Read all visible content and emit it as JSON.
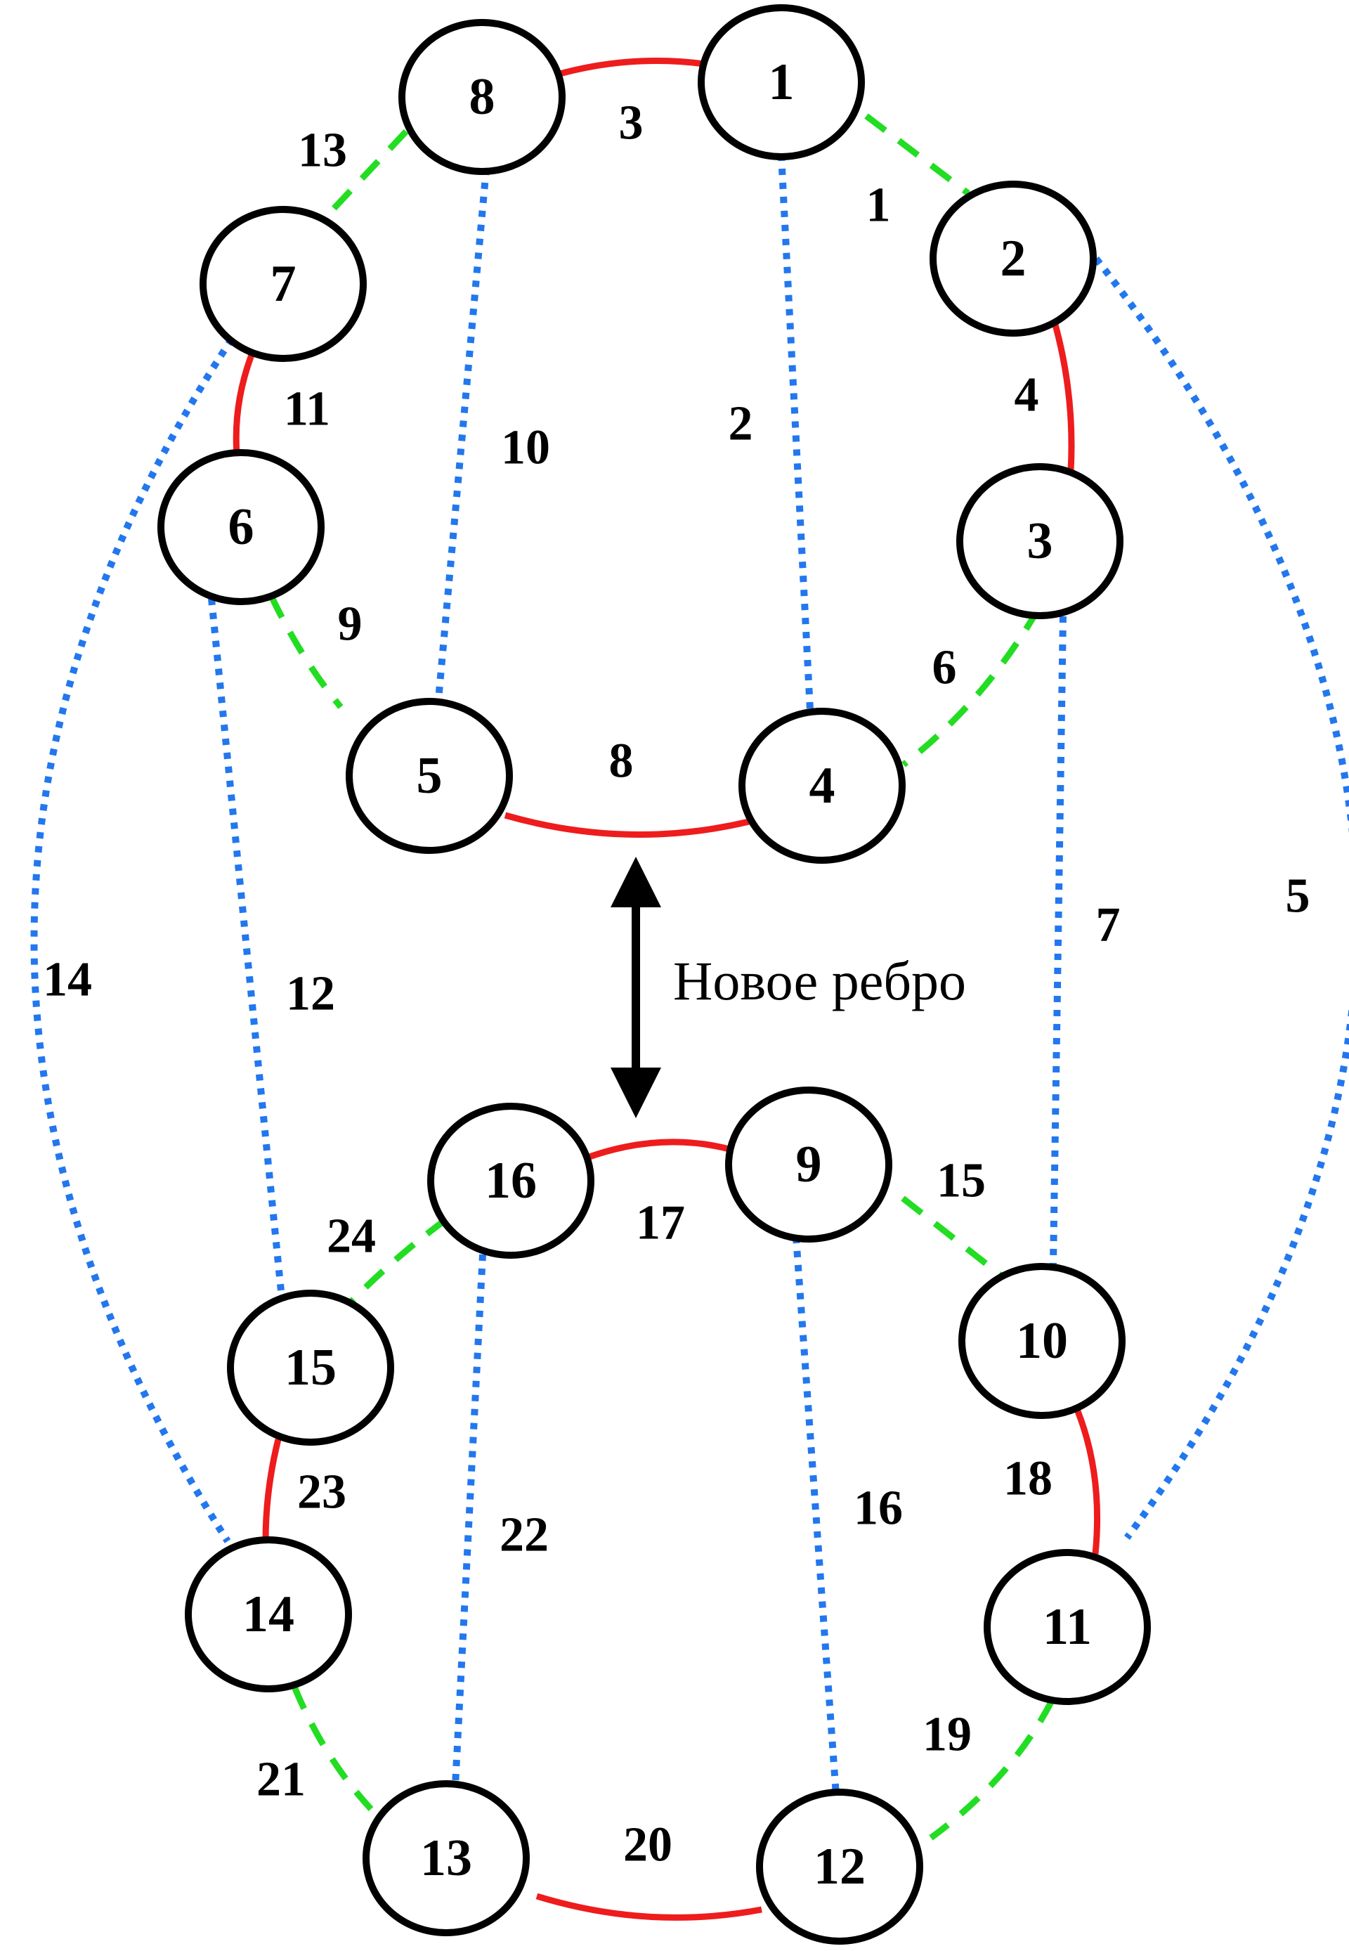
{
  "colors": {
    "solid": "#ee1c1c",
    "dashed": "#22dd22",
    "dotted": "#2277ee",
    "node_stroke": "#000000",
    "arrow": "#000000"
  },
  "caption": "Новое ребро",
  "nodes": [
    {
      "id": "n1",
      "label": "1"
    },
    {
      "id": "n2",
      "label": "2"
    },
    {
      "id": "n3",
      "label": "3"
    },
    {
      "id": "n4",
      "label": "4"
    },
    {
      "id": "n5",
      "label": "5"
    },
    {
      "id": "n6",
      "label": "6"
    },
    {
      "id": "n7",
      "label": "7"
    },
    {
      "id": "n8",
      "label": "8"
    },
    {
      "id": "n9",
      "label": "9"
    },
    {
      "id": "n10",
      "label": "10"
    },
    {
      "id": "n11",
      "label": "11"
    },
    {
      "id": "n12",
      "label": "12"
    },
    {
      "id": "n13",
      "label": "13"
    },
    {
      "id": "n14",
      "label": "14"
    },
    {
      "id": "n15",
      "label": "15"
    },
    {
      "id": "n16",
      "label": "16"
    }
  ],
  "edges": [
    {
      "label": "1",
      "from": "n1",
      "to": "n2",
      "style": "dashed"
    },
    {
      "label": "2",
      "from": "n1",
      "to": "n4",
      "style": "dotted"
    },
    {
      "label": "3",
      "from": "n8",
      "to": "n1",
      "style": "solid"
    },
    {
      "label": "4",
      "from": "n2",
      "to": "n3",
      "style": "solid"
    },
    {
      "label": "5",
      "from": "n2",
      "to": "n11",
      "style": "dotted"
    },
    {
      "label": "6",
      "from": "n3",
      "to": "n4",
      "style": "dashed"
    },
    {
      "label": "7",
      "from": "n3",
      "to": "n10",
      "style": "dotted"
    },
    {
      "label": "8",
      "from": "n5",
      "to": "n4",
      "style": "solid"
    },
    {
      "label": "9",
      "from": "n6",
      "to": "n5",
      "style": "dashed"
    },
    {
      "label": "10",
      "from": "n8",
      "to": "n5",
      "style": "dotted"
    },
    {
      "label": "11",
      "from": "n7",
      "to": "n6",
      "style": "solid"
    },
    {
      "label": "12",
      "from": "n6",
      "to": "n15",
      "style": "dotted"
    },
    {
      "label": "13",
      "from": "n8",
      "to": "n7",
      "style": "dashed"
    },
    {
      "label": "14",
      "from": "n7",
      "to": "n14",
      "style": "dotted"
    },
    {
      "label": "15",
      "from": "n9",
      "to": "n10",
      "style": "dashed"
    },
    {
      "label": "16",
      "from": "n9",
      "to": "n12",
      "style": "dotted"
    },
    {
      "label": "17",
      "from": "n16",
      "to": "n9",
      "style": "solid"
    },
    {
      "label": "18",
      "from": "n10",
      "to": "n11",
      "style": "solid"
    },
    {
      "label": "19",
      "from": "n11",
      "to": "n12",
      "style": "dashed"
    },
    {
      "label": "20",
      "from": "n13",
      "to": "n12",
      "style": "solid"
    },
    {
      "label": "21",
      "from": "n14",
      "to": "n13",
      "style": "dashed"
    },
    {
      "label": "22",
      "from": "n16",
      "to": "n13",
      "style": "dotted"
    },
    {
      "label": "23",
      "from": "n15",
      "to": "n14",
      "style": "solid"
    },
    {
      "label": "24",
      "from": "n16",
      "to": "n15",
      "style": "dashed"
    }
  ]
}
